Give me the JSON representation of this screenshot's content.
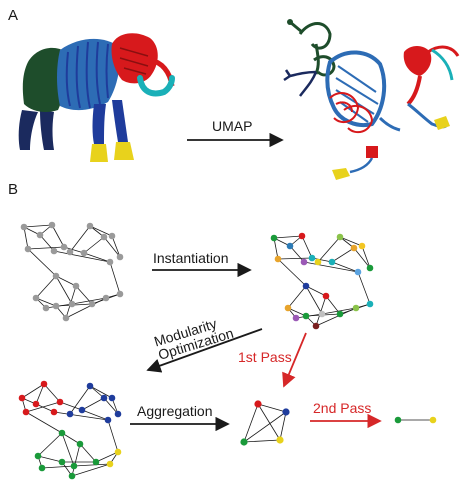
{
  "panels": {
    "a_label": "A",
    "b_label": "B"
  },
  "labels": {
    "umap": "UMAP",
    "instantiation": "Instantiation",
    "modularity_line1": "Modularity",
    "modularity_line2": "Optimization",
    "first_pass": "1st Pass",
    "aggregation": "Aggregation",
    "second_pass": "2nd Pass"
  },
  "colors": {
    "ink": "#1a1a1a",
    "pass_arrow": "#d62728",
    "gray_node": "#9a9a9a",
    "red": "#d7191c",
    "blue": "#1f3c9c",
    "green": "#1a9a3a",
    "yellow": "#e8d21c",
    "navy": "#1b2a5e",
    "darkgreen": "#1e4d2b",
    "teal": "#1ab0b8",
    "steel": "#2d6cb5"
  },
  "icons": {
    "mammoth": "mammoth-skeleton-icon",
    "umap_projection": "umap-projection-icon"
  }
}
